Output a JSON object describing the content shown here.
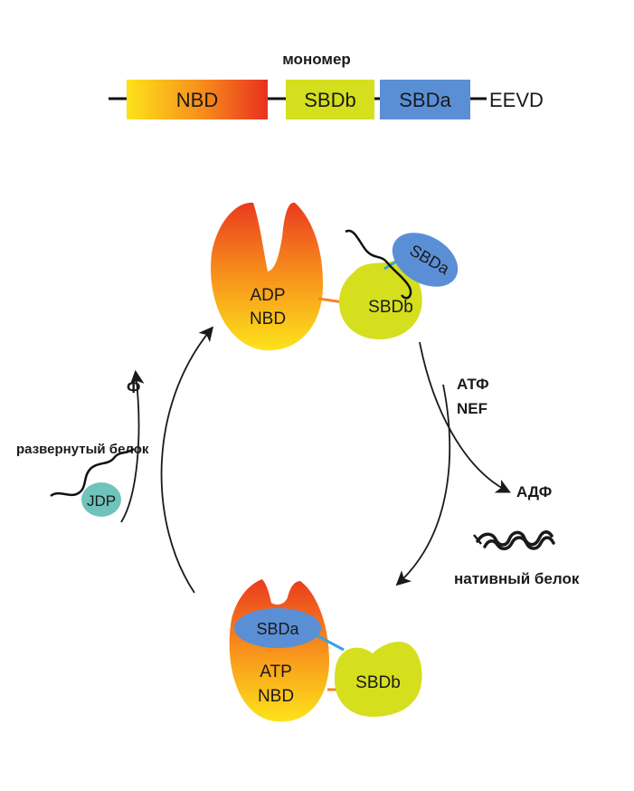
{
  "monomer": {
    "title": "мономер",
    "nbd": "NBD",
    "sbdb": "SBDb",
    "sbda": "SBDa",
    "tail": "EEVD"
  },
  "top_state": {
    "nucleotide": "ADP",
    "domain": "NBD",
    "sbda": "SBDa",
    "sbdb": "SBDb"
  },
  "bottom_state": {
    "nucleotide": "ATP",
    "domain": "NBD",
    "sbda": "SBDa",
    "sbdb": "SBDb"
  },
  "right_step": {
    "input1": "АТФ",
    "input2": "NEF",
    "output": "АДФ",
    "product": "нативный белок"
  },
  "left_step": {
    "substrate": "развернутый белок",
    "cochaperone": "JDP",
    "output": "Ф"
  },
  "colors": {
    "nbd_top": "#ea3a1e",
    "nbd_mid": "#f57a18",
    "nbd_bottom": "#fde31a",
    "sbdb": "#d5df1d",
    "sbda": "#5a8fd6",
    "jdp": "#6fc3bb",
    "linker": "#f3862a",
    "sbda_linker": "#3aa0e0",
    "text": "#1a1a1a"
  }
}
